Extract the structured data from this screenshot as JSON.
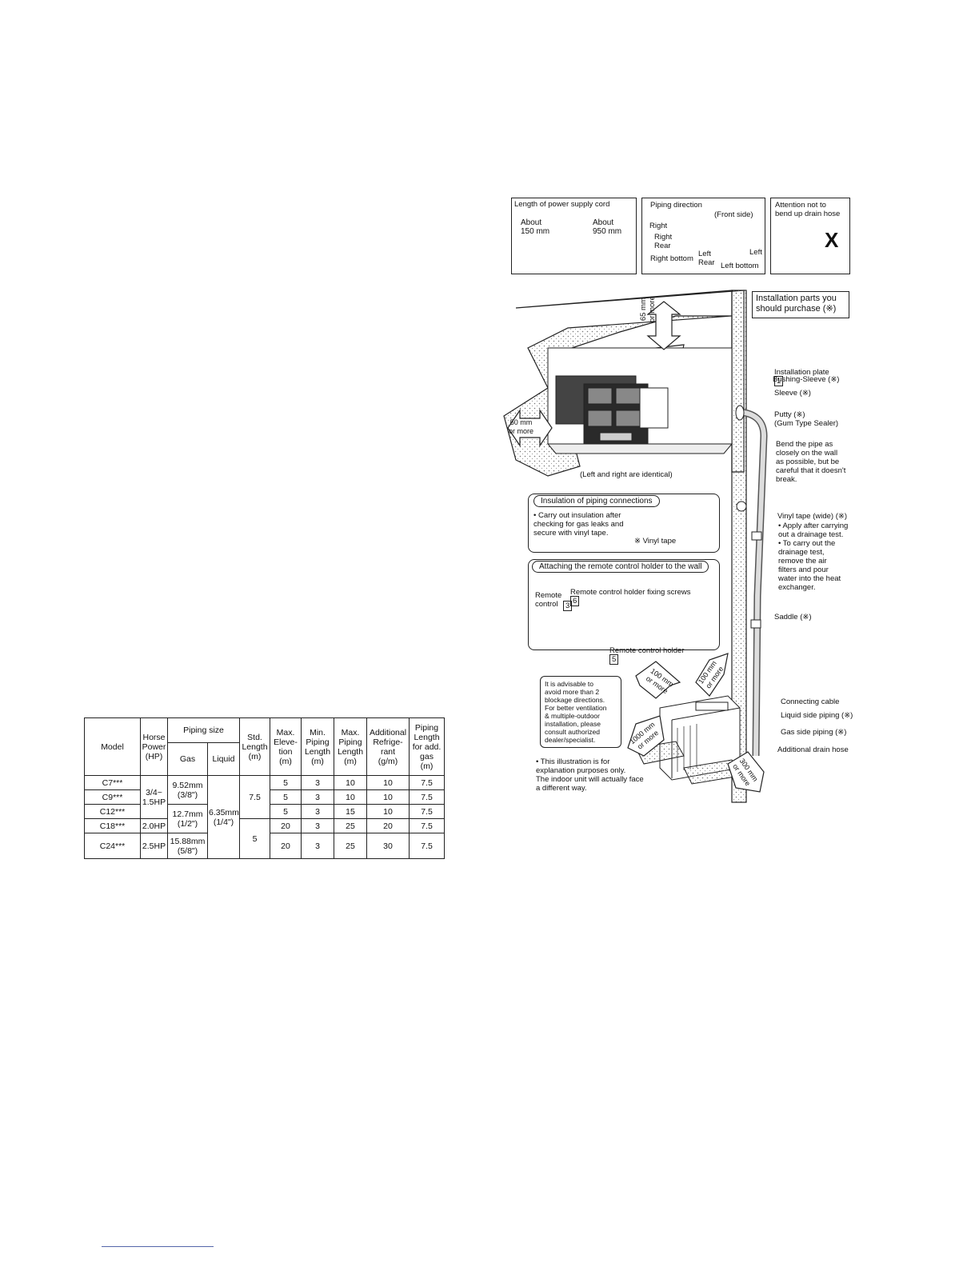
{
  "table": {
    "headers": {
      "model": "Model",
      "hp": "Horse\nPower\n(HP)",
      "piping_size": "Piping size",
      "gas": "Gas",
      "liquid": "Liquid",
      "std_length": "Std.\nLength\n(m)",
      "max_elevation": "Max.\nEleve-\ntion\n(m)",
      "min_piping": "Min.\nPiping\nLength\n(m)",
      "max_piping": "Max.\nPiping\nLength\n(m)",
      "add_refrigerant": "Additional\nRefrige-\nrant\n(g/m)",
      "piping_length_add_gas": "Piping\nLength\nfor add.\ngas\n(m)"
    },
    "rows": [
      {
        "model": "C7***",
        "max_elev": "5",
        "min_pipe": "3",
        "max_pipe": "10",
        "add_ref": "10",
        "add_gas_len": "7.5"
      },
      {
        "model": "C9***",
        "max_elev": "5",
        "min_pipe": "3",
        "max_pipe": "10",
        "add_ref": "10",
        "add_gas_len": "7.5"
      },
      {
        "model": "C12***",
        "max_elev": "5",
        "min_pipe": "3",
        "max_pipe": "15",
        "add_ref": "10",
        "add_gas_len": "7.5"
      },
      {
        "model": "C18***",
        "max_elev": "20",
        "min_pipe": "3",
        "max_pipe": "25",
        "add_ref": "20",
        "add_gas_len": "7.5"
      },
      {
        "model": "C24***",
        "max_elev": "20",
        "min_pipe": "3",
        "max_pipe": "25",
        "add_ref": "30",
        "add_gas_len": "7.5"
      }
    ],
    "merged": {
      "hp_1": "3/4~\n1.5HP",
      "hp_2": "2.0HP",
      "hp_3": "2.5HP",
      "gas_1": "9.52mm\n(3/8\")",
      "gas_2": "12.7mm\n(1/2\")",
      "gas_3": "15.88mm\n(5/8\")",
      "liquid": "6.35mm\n(1/4\")",
      "std_1": "7.5",
      "std_2": "5"
    }
  },
  "diagram": {
    "cord_box": {
      "title": "Length of power supply cord",
      "left": "About\n150 mm",
      "right": "About\n950 mm"
    },
    "piping_box": {
      "title": "Piping direction",
      "front": "(Front side)",
      "right": "Right",
      "right_rear": "Right\nRear",
      "right_bottom": "Right bottom",
      "left_rear": "Left\nRear",
      "left": "Left",
      "left_bottom": "Left bottom"
    },
    "drain_box": {
      "title": "Attention not to\nbend up drain hose",
      "mark": "X"
    },
    "purchase_box": "Installation parts you\nshould purchase (※)",
    "clearance_top": "65 mm\nor more",
    "clearance_side": "50 mm\nor more",
    "left_right_note": "(Left and right are identical)",
    "labels": {
      "installation_plate": "Installation plate",
      "installation_plate_num": "1",
      "bushing_sleeve": "Bushing-Sleeve (※)",
      "sleeve": "Sleeve (※)",
      "putty": "Putty (※)\n(Gum Type Sealer)",
      "bend_pipe": "Bend the pipe as\nclosely on the wall\nas possible, but be\ncareful that it doesn't\nbreak.",
      "vinyl_wide": "Vinyl tape (wide) (※)",
      "vinyl_notes": "• Apply after carrying\n   out a drainage test.\n• To carry out the\n   drainage test,\n   remove the air\n   filters and pour\n   water into the heat\n   exchanger.",
      "saddle": "Saddle (※)",
      "connecting_cable": "Connecting cable",
      "liquid_side": "Liquid side piping (※)",
      "gas_side": "Gas side piping (※)",
      "drain_hose": "Additional drain hose"
    },
    "insulation": {
      "title": "Insulation of piping connections",
      "text": "•  Carry out insulation after\n    checking for gas leaks and\n    secure with vinyl tape.",
      "vinyl": "※ Vinyl tape"
    },
    "remote": {
      "title": "Attaching the remote control holder to the wall",
      "screws": "Remote control holder fixing screws",
      "screws_num": "6",
      "remote": "Remote\ncontrol",
      "remote_num": "3",
      "holder": "Remote control holder",
      "holder_num": "5"
    },
    "outdoor": {
      "advisory": "It is advisable to\navoid more than 2\nblockage directions.\nFor better ventilation\n& multiple-outdoor\ninstallation, please\nconsult authorized\ndealer/specialist.",
      "illustration_note": "•  This illustration is for\n    explanation purposes only.\n    The indoor unit will actually face\n    a different way.",
      "clear_100_a": "100 mm\nor more",
      "clear_100_b": "100 mm\nor more",
      "clear_1000": "1000 mm\nor more",
      "clear_300": "300 mm\nor more"
    }
  }
}
